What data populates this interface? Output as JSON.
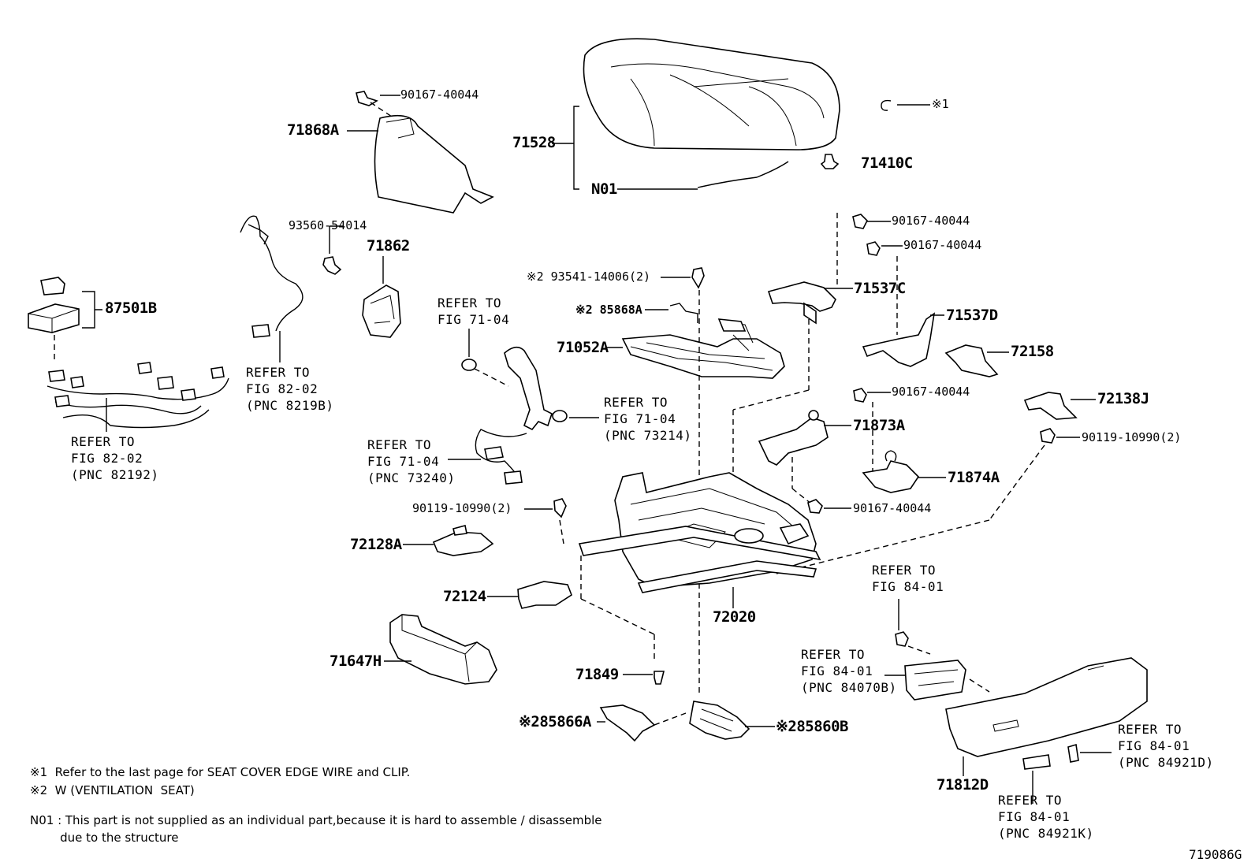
{
  "parts": {
    "p71528": "71528",
    "n01": "N01",
    "p71410c": "71410C",
    "note1_marker": "※1",
    "p90167_a": "90167-40044",
    "p71868a": "71868A",
    "p93560": "93560-54014",
    "p71862": "71862",
    "p87501b": "87501B",
    "p93541": "※2 93541-14006(2)",
    "p85868a": "※2 85868A",
    "p71052a": "71052A",
    "p90167_b": "90167-40044",
    "p90167_c": "90167-40044",
    "p71537c": "71537C",
    "p71537d": "71537D",
    "p72158": "72158",
    "p90167_d": "90167-40044",
    "p71873a": "71873A",
    "p72138j": "72138J",
    "p90119_a": "90119-10990(2)",
    "p71874a": "71874A",
    "p90167_e": "90167-40044",
    "p90119_b": "90119-10990(2)",
    "p72128a": "72128A",
    "p72124": "72124",
    "p72020": "72020",
    "p71647h": "71647H",
    "p71849": "71849",
    "p85866a": "※285866A",
    "p85860b": "※285860B",
    "p71812d": "71812D"
  },
  "refs": {
    "r_fig8202_a": "REFER TO\nFIG 82-02\n(PNC 8219B)",
    "r_fig8202_b": "REFER TO\nFIG 82-02\n(PNC 82192)",
    "r_fig7104_a": "REFER TO\nFIG 71-04",
    "r_fig7104_b": "REFER TO\nFIG 71-04\n(PNC 73214)",
    "r_fig7104_c": "REFER TO\nFIG 71-04\n(PNC 73240)",
    "r_fig8401_a": "REFER TO\nFIG 84-01",
    "r_fig8401_b": "REFER TO\nFIG 84-01\n(PNC 84070B)",
    "r_fig8401_c": "REFER TO\nFIG 84-01\n(PNC 84921D)",
    "r_fig8401_d": "REFER TO\nFIG 84-01\n(PNC 84921K)"
  },
  "notes": {
    "note1": "※1  Refer to the last page for SEAT COVER EDGE WIRE and CLIP.",
    "note2": "※2  W (VENTILATION  SEAT)",
    "n01_note": "N01 : This part is not supplied as an individual part,because it is hard to assemble / disassemble\n        due to the structure"
  },
  "figure_id": "719086G"
}
